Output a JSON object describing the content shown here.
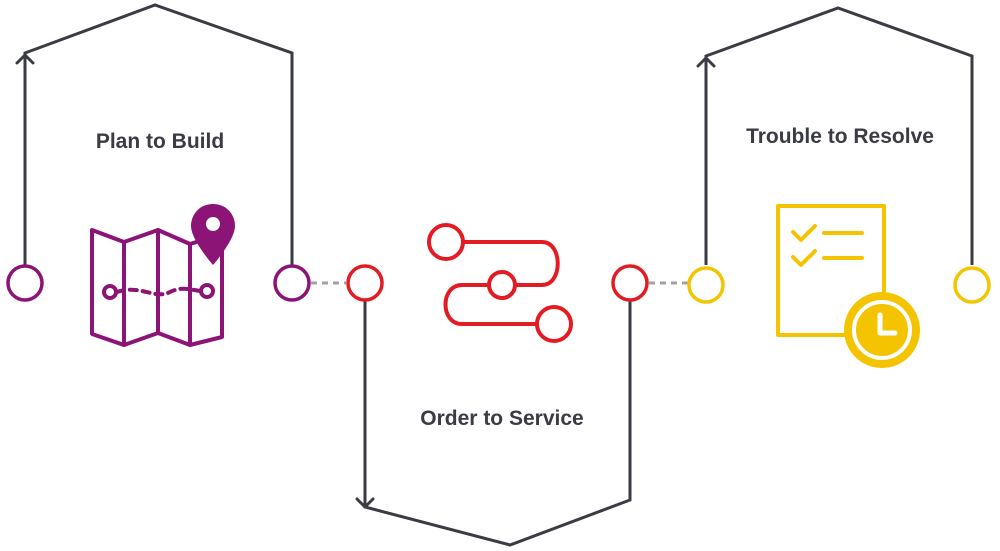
{
  "stages": [
    {
      "id": "plan",
      "label": "Plan to Build",
      "icon": "folded-map-icon",
      "color": "#8b1476"
    },
    {
      "id": "order",
      "label": "Order to Service",
      "icon": "winding-path-icon",
      "color": "#e31b23"
    },
    {
      "id": "trouble",
      "label": "Trouble to Resolve",
      "icon": "checklist-clock-icon",
      "color": "#f5c400"
    }
  ],
  "colors": {
    "line": "#3a3b44",
    "connector": "#a0a0a8",
    "background": "#ffffff"
  }
}
